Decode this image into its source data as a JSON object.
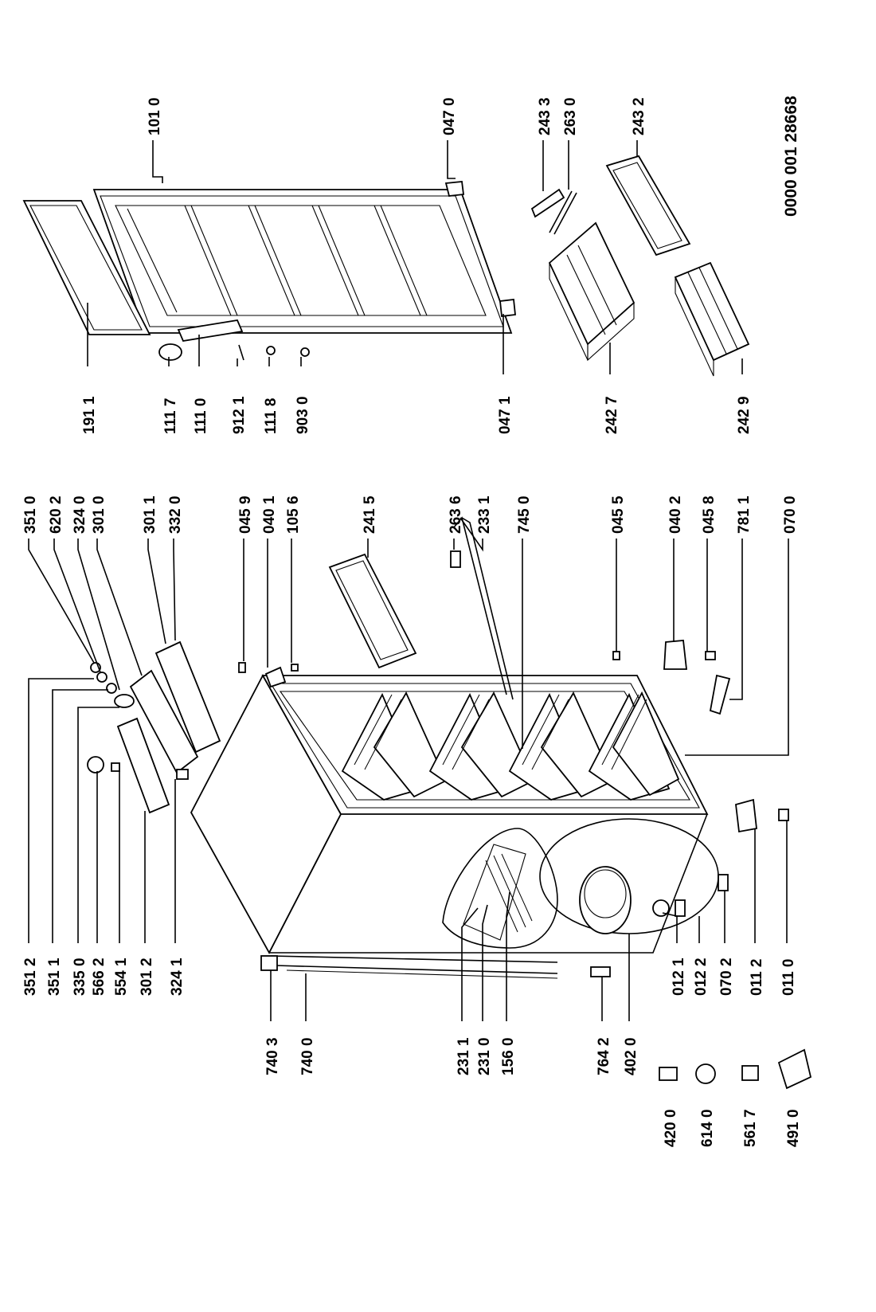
{
  "document_number": "0000 001 28668",
  "part_labels": [
    {
      "id": "101-0",
      "text": "101 0"
    },
    {
      "id": "047-0",
      "text": "047 0"
    },
    {
      "id": "243-3",
      "text": "243 3"
    },
    {
      "id": "263-0",
      "text": "263 0"
    },
    {
      "id": "243-2",
      "text": "243 2"
    },
    {
      "id": "191-1",
      "text": "191 1"
    },
    {
      "id": "111-7",
      "text": "111 7"
    },
    {
      "id": "111-0",
      "text": "111 0"
    },
    {
      "id": "912-1",
      "text": "912 1"
    },
    {
      "id": "111-8",
      "text": "111 8"
    },
    {
      "id": "903-0",
      "text": "903 0"
    },
    {
      "id": "047-1",
      "text": "047 1"
    },
    {
      "id": "242-7",
      "text": "242 7"
    },
    {
      "id": "242-9",
      "text": "242 9"
    },
    {
      "id": "351-0",
      "text": "351 0"
    },
    {
      "id": "620-2",
      "text": "620 2"
    },
    {
      "id": "324-0",
      "text": "324 0"
    },
    {
      "id": "301-0",
      "text": "301 0"
    },
    {
      "id": "301-1",
      "text": "301 1"
    },
    {
      "id": "332-0",
      "text": "332 0"
    },
    {
      "id": "045-9",
      "text": "045 9"
    },
    {
      "id": "040-1",
      "text": "040 1"
    },
    {
      "id": "105-6",
      "text": "105 6"
    },
    {
      "id": "241-5",
      "text": "241 5"
    },
    {
      "id": "263-6",
      "text": "263 6"
    },
    {
      "id": "233-1",
      "text": "233 1"
    },
    {
      "id": "745-0",
      "text": "745 0"
    },
    {
      "id": "045-5",
      "text": "045 5"
    },
    {
      "id": "040-2",
      "text": "040 2"
    },
    {
      "id": "045-8",
      "text": "045 8"
    },
    {
      "id": "781-1",
      "text": "781 1"
    },
    {
      "id": "070-0",
      "text": "070 0"
    },
    {
      "id": "351-2",
      "text": "351 2"
    },
    {
      "id": "351-1",
      "text": "351 1"
    },
    {
      "id": "335-0",
      "text": "335 0"
    },
    {
      "id": "566-2",
      "text": "566 2"
    },
    {
      "id": "554-1",
      "text": "554 1"
    },
    {
      "id": "301-2",
      "text": "301 2"
    },
    {
      "id": "324-1",
      "text": "324 1"
    },
    {
      "id": "012-1",
      "text": "012 1"
    },
    {
      "id": "012-2",
      "text": "012 2"
    },
    {
      "id": "070-2",
      "text": "070 2"
    },
    {
      "id": "011-2",
      "text": "011 2"
    },
    {
      "id": "011-0",
      "text": "011 0"
    },
    {
      "id": "740-3",
      "text": "740 3"
    },
    {
      "id": "740-0",
      "text": "740 0"
    },
    {
      "id": "231-1",
      "text": "231 1"
    },
    {
      "id": "231-0",
      "text": "231 0"
    },
    {
      "id": "156-0",
      "text": "156 0"
    },
    {
      "id": "764-2",
      "text": "764 2"
    },
    {
      "id": "402-0",
      "text": "402 0"
    },
    {
      "id": "420-0",
      "text": "420 0"
    },
    {
      "id": "614-0",
      "text": "614 0"
    },
    {
      "id": "561-7",
      "text": "561 7"
    },
    {
      "id": "491-0",
      "text": "491 0"
    }
  ]
}
